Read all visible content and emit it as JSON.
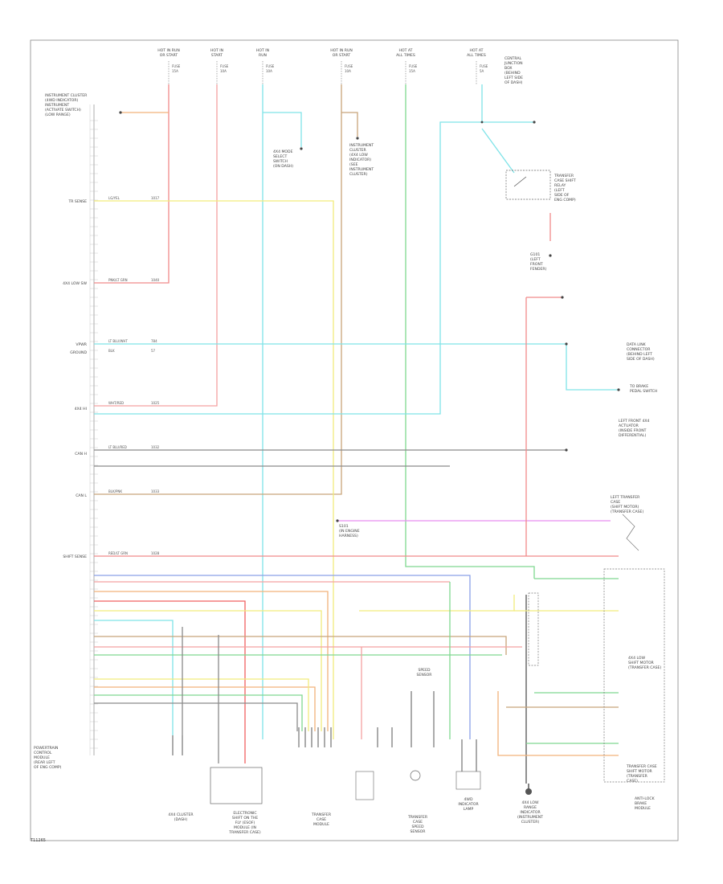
{
  "figure_id": "T11265",
  "pcm_label": [
    "POWERTRAIN",
    "CONTROL",
    "MODULE",
    "(REAR LEFT",
    "OF ENG COMP)"
  ],
  "power_sources": [
    {
      "id": "p1",
      "lines": [
        "HOT IN RUN",
        "OR START"
      ],
      "fuse": [
        "FUSE",
        "15A"
      ]
    },
    {
      "id": "p2",
      "lines": [
        "HOT IN",
        "START"
      ],
      "fuse": [
        "FUSE",
        "10A"
      ]
    },
    {
      "id": "p3",
      "lines": [
        "HOT IN",
        "RUN"
      ],
      "fuse": [
        "FUSE",
        "10A"
      ]
    },
    {
      "id": "p4",
      "lines": [
        "HOT IN RUN",
        "OR START"
      ],
      "fuse": [
        "FUSE",
        "10A"
      ]
    },
    {
      "id": "p5",
      "lines": [
        "HOT AT",
        "ALL TIMES"
      ],
      "fuse": [
        "FUSE",
        "15A"
      ]
    },
    {
      "id": "p6",
      "lines": [
        "HOT AT",
        "ALL TIMES"
      ],
      "fuse": [
        "FUSE",
        "5A"
      ]
    }
  ],
  "fuse_panel_label": [
    "CENTRAL",
    "JUNCTION",
    "BOX",
    "(BEHIND",
    "LEFT SIDE",
    "OF DASH)"
  ],
  "left_top_label": [
    "INSTRUMENT CLUSTER",
    "(4WD INDICATOR)",
    "INSTRUMENT",
    "(ACTIVATE SWITCH)",
    "(LOW RANGE)"
  ],
  "pcm_pins": [
    {
      "name": "TR SENSE",
      "wire": "LG/YEL",
      "circuit": "1017"
    },
    {
      "name": "4X4 LOW SW",
      "wire": "PNK/LT GRN",
      "circuit": "1040"
    },
    {
      "name": "VPWR",
      "wire": "LT BLU/WHT",
      "circuit": "784"
    },
    {
      "name": "GROUND",
      "wire": "BLK",
      "circuit": "57"
    },
    {
      "name": "4X4 HI",
      "wire": "WHT/RED",
      "circuit": "1025"
    },
    {
      "name": "CAN H",
      "wire": "LT BLU/RED",
      "circuit": "1032"
    },
    {
      "name": "CAN L",
      "wire": "BLK/PNK",
      "circuit": "1033"
    },
    {
      "name": "SHIFT SENSE",
      "wire": "RED/LT GRN",
      "circuit": "1028"
    }
  ],
  "right_labels": {
    "four_wd_relay": [
      "TRANSFER",
      "CASE SHIFT",
      "RELAY",
      "(LEFT",
      "SIDE OF",
      "ENG COMP)"
    ],
    "left_front_hub": [
      "LEFT FRONT 4X4",
      "ACTUATOR",
      "(INSIDE FRONT",
      "DIFFERENTIAL)"
    ],
    "left_transfer_switch": [
      "LEFT TRANSFER",
      "CASE",
      "(SHIFT MOTOR)",
      "(TRANSFER CASE)"
    ],
    "data_link": [
      "DATA LINK",
      "CONNECTOR",
      "(BEHIND LEFT",
      "SIDE OF DASH)"
    ],
    "clutch_assy": [
      "TO BRAKE",
      "PEDAL SWITCH"
    ],
    "shift_motor": [
      "4X4 LOW",
      "SHIFT MOTOR",
      "(TRANSFER CASE)"
    ],
    "clutch_coil": [
      "TRANSFER CASE",
      "SHIFT MOTOR",
      "(TRANSFER",
      "CASE)"
    ],
    "fuse_box_right": [
      "ANTI-LOCK",
      "BRAKE",
      "MODULE"
    ]
  },
  "bottom_components": [
    {
      "id": "b1",
      "lines": [
        "4X4 CLUSTER",
        "(DASH)"
      ]
    },
    {
      "id": "b2",
      "lines": [
        "ELECTRONIC",
        "SHIFT ON THE",
        "FLY (ESOF)",
        "MODULE (IN",
        "TRANSFER CASE)"
      ]
    },
    {
      "id": "b3",
      "lines": [
        "TRANSFER",
        "CASE",
        "MODULE"
      ]
    },
    {
      "id": "b4",
      "lines": [
        "TRANSFER",
        "CASE",
        "SPEED",
        "SENSOR"
      ]
    },
    {
      "id": "b5",
      "lines": [
        "4WD",
        "INDICATOR",
        "LAMP"
      ]
    },
    {
      "id": "b6",
      "lines": [
        "4X4 LOW",
        "RANGE",
        "INDICATOR",
        "(INSTRUMENT",
        "CLUSTER)"
      ]
    }
  ],
  "mid_labels": {
    "mode_select": [
      "4X4 MODE",
      "SELECT",
      "SWITCH",
      "(ON DASH)"
    ],
    "instrument_cluster_mid": [
      "INSTRUMENT",
      "CLUSTER",
      "(4X4 LOW",
      "INDICATOR)",
      "(SEE",
      "INSTRUMENT",
      "CLUSTER)"
    ],
    "splice": [
      "S101",
      "(IN ENGINE",
      "HARNESS)"
    ],
    "ground": [
      "G101",
      "(LEFT",
      "FRONT",
      "FENDER)"
    ],
    "gear_sensor": [
      "SPEED",
      "SENSOR"
    ]
  },
  "colors": {
    "red": "#f08a8a",
    "pink": "#f4a0a0",
    "cyan": "#7fe3e8",
    "yellow": "#f2ec7c",
    "green": "#7fd890",
    "magenta": "#e88ef0",
    "brown": "#c8a57a",
    "gray": "#8a8a8a",
    "blue": "#8aa0e8",
    "orange": "#f2b27a",
    "black": "#555555"
  }
}
